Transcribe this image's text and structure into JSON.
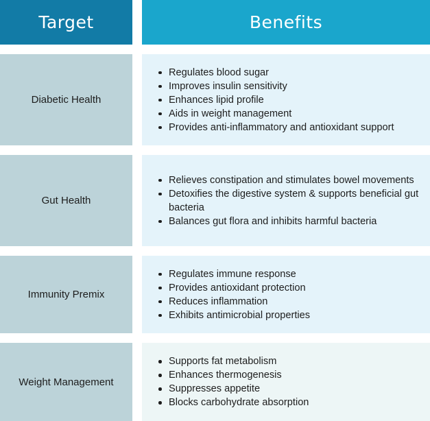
{
  "header": {
    "target": "Target",
    "benefits": "Benefits"
  },
  "rows": [
    {
      "target": "Diabetic Health",
      "benefits": [
        "Regulates blood sugar",
        "Improves insulin sensitivity",
        "Enhances lipid profile",
        "Aids in weight management",
        "Provides anti-inflammatory and antioxidant support"
      ]
    },
    {
      "target": "Gut Health",
      "benefits": [
        "Relieves constipation and stimulates bowel movements",
        "Detoxifies the digestive system & supports beneficial gut bacteria",
        "Balances gut flora and inhibits harmful bacteria"
      ]
    },
    {
      "target": "Immunity Premix",
      "benefits": [
        "Regulates immune response",
        "Provides antioxidant protection",
        "Reduces inflammation",
        "Exhibits antimicrobial properties"
      ]
    },
    {
      "target": "Weight Management",
      "benefits": [
        "Supports fat metabolism",
        "Enhances thermogenesis",
        "Suppresses appetite",
        "Blocks carbohydrate absorption"
      ]
    }
  ],
  "colors": {
    "header_target": "#127ba6",
    "header_benefits": "#1aa6cc",
    "target_cell": "#bcd3d9",
    "benefit_cell": "#e4f3fa",
    "benefit_cell_alt": "#edf6f6"
  }
}
